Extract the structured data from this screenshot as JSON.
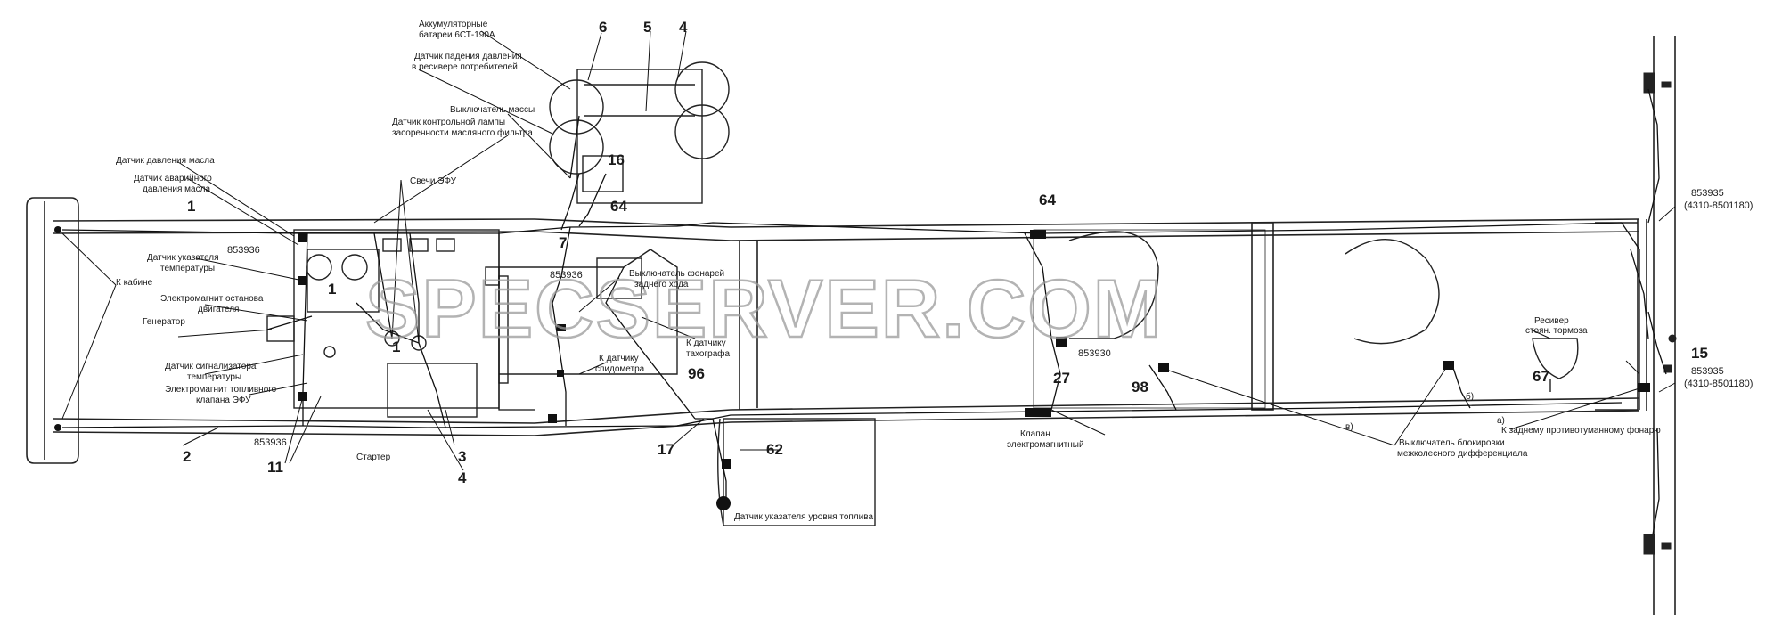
{
  "watermark": "SPECSERVER.COM",
  "numbers": {
    "n1_top": "1",
    "n1_mid": "1",
    "n1_low": "1",
    "n2": "2",
    "n3": "3",
    "n4_top": "4",
    "n4_bottom": "4",
    "n5": "5",
    "n6": "6",
    "n7": "7",
    "n11": "11",
    "n15": "15",
    "n16": "16",
    "n17": "17",
    "n27": "27",
    "n62": "62",
    "n64_a": "64",
    "n64_b": "64",
    "n67": "67",
    "n96": "96",
    "n98": "98"
  },
  "codes": {
    "c853936_a": "853936",
    "c853936_b": "853936",
    "c853936_c": "853936",
    "c853930": "853930",
    "c853935_top": "853935",
    "c853935_top_sub": "(4310-8501180)",
    "c853935_bot": "853935",
    "c853935_bot_sub": "(4310-8501180)"
  },
  "labels": {
    "battery_1": "Аккумуляторные",
    "battery_2": "батареи 6СТ-190А",
    "pressure_drop_1": "Датчик падения давления",
    "pressure_drop_2": "в ресивере потребителей",
    "mass_switch": "Выключатель массы",
    "oil_filter_1": "Датчик контрольной лампы",
    "oil_filter_2": "засоренности масляного фильтра",
    "oil_pressure": "Датчик давления масла",
    "oil_emergency_1": "Датчик аварийного",
    "oil_emergency_2": "давления масла",
    "efu_plugs": "Свечи ЭФУ",
    "temp_gauge_1": "Датчик указателя",
    "temp_gauge_2": "температуры",
    "to_cab": "К кабине",
    "engine_stop_1": "Электромагнит останова",
    "engine_stop_2": "двигателя",
    "generator": "Генератор",
    "temp_alarm_1": "Датчик сигнализатора",
    "temp_alarm_2": "температуры",
    "fuel_valve_1": "Электромагнит топливного",
    "fuel_valve_2": "клапана ЭФУ",
    "starter": "Стартер",
    "reverse_light_1": "Выключатель фонарей",
    "reverse_light_2": "заднего хода",
    "tachograph_1": "К датчику",
    "tachograph_2": "тахографа",
    "speedometer_1": "К датчику",
    "speedometer_2": "спидометра",
    "fuel_level": "Датчик указателя уровня топлива",
    "solenoid_valve_1": "Клапан",
    "solenoid_valve_2": "электромагнитный",
    "diff_lock_1": "Выключатель блокировки",
    "diff_lock_2": "межколесного дифференциала",
    "rear_fog": "К заднему противотуманному фонарю",
    "receiver_1": "Ресивер",
    "receiver_2": "стоян. тормоза",
    "mark_a": "а)",
    "mark_b": "б)",
    "mark_v": "в)"
  }
}
